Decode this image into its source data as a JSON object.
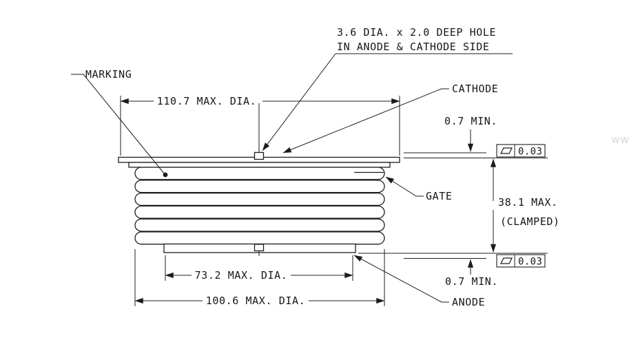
{
  "note": {
    "line1": "3.6 DIA. x 2.0 DEEP HOLE",
    "line2": "IN ANODE & CATHODE SIDE"
  },
  "labels": {
    "marking": "MARKING",
    "cathode": "CATHODE",
    "gate": "GATE",
    "anode": "ANODE"
  },
  "dims": {
    "max_dia_top": "110.7 MAX. DIA.",
    "max_dia_mid": "73.2 MAX. DIA.",
    "max_dia_bottom": "100.6 MAX. DIA.",
    "height": "38.1 MAX.",
    "height_note": "(CLAMPED)",
    "min_top": "0.7 MIN.",
    "min_bottom": "0.7 MIN."
  },
  "tolerance_frames": {
    "top": {
      "symbol": "flatness",
      "value": "0.03"
    },
    "bottom": {
      "symbol": "flatness",
      "value": "0.03"
    }
  },
  "watermark": "ww",
  "colors": {
    "line": "#1c1c1c",
    "background": "#ffffff"
  }
}
